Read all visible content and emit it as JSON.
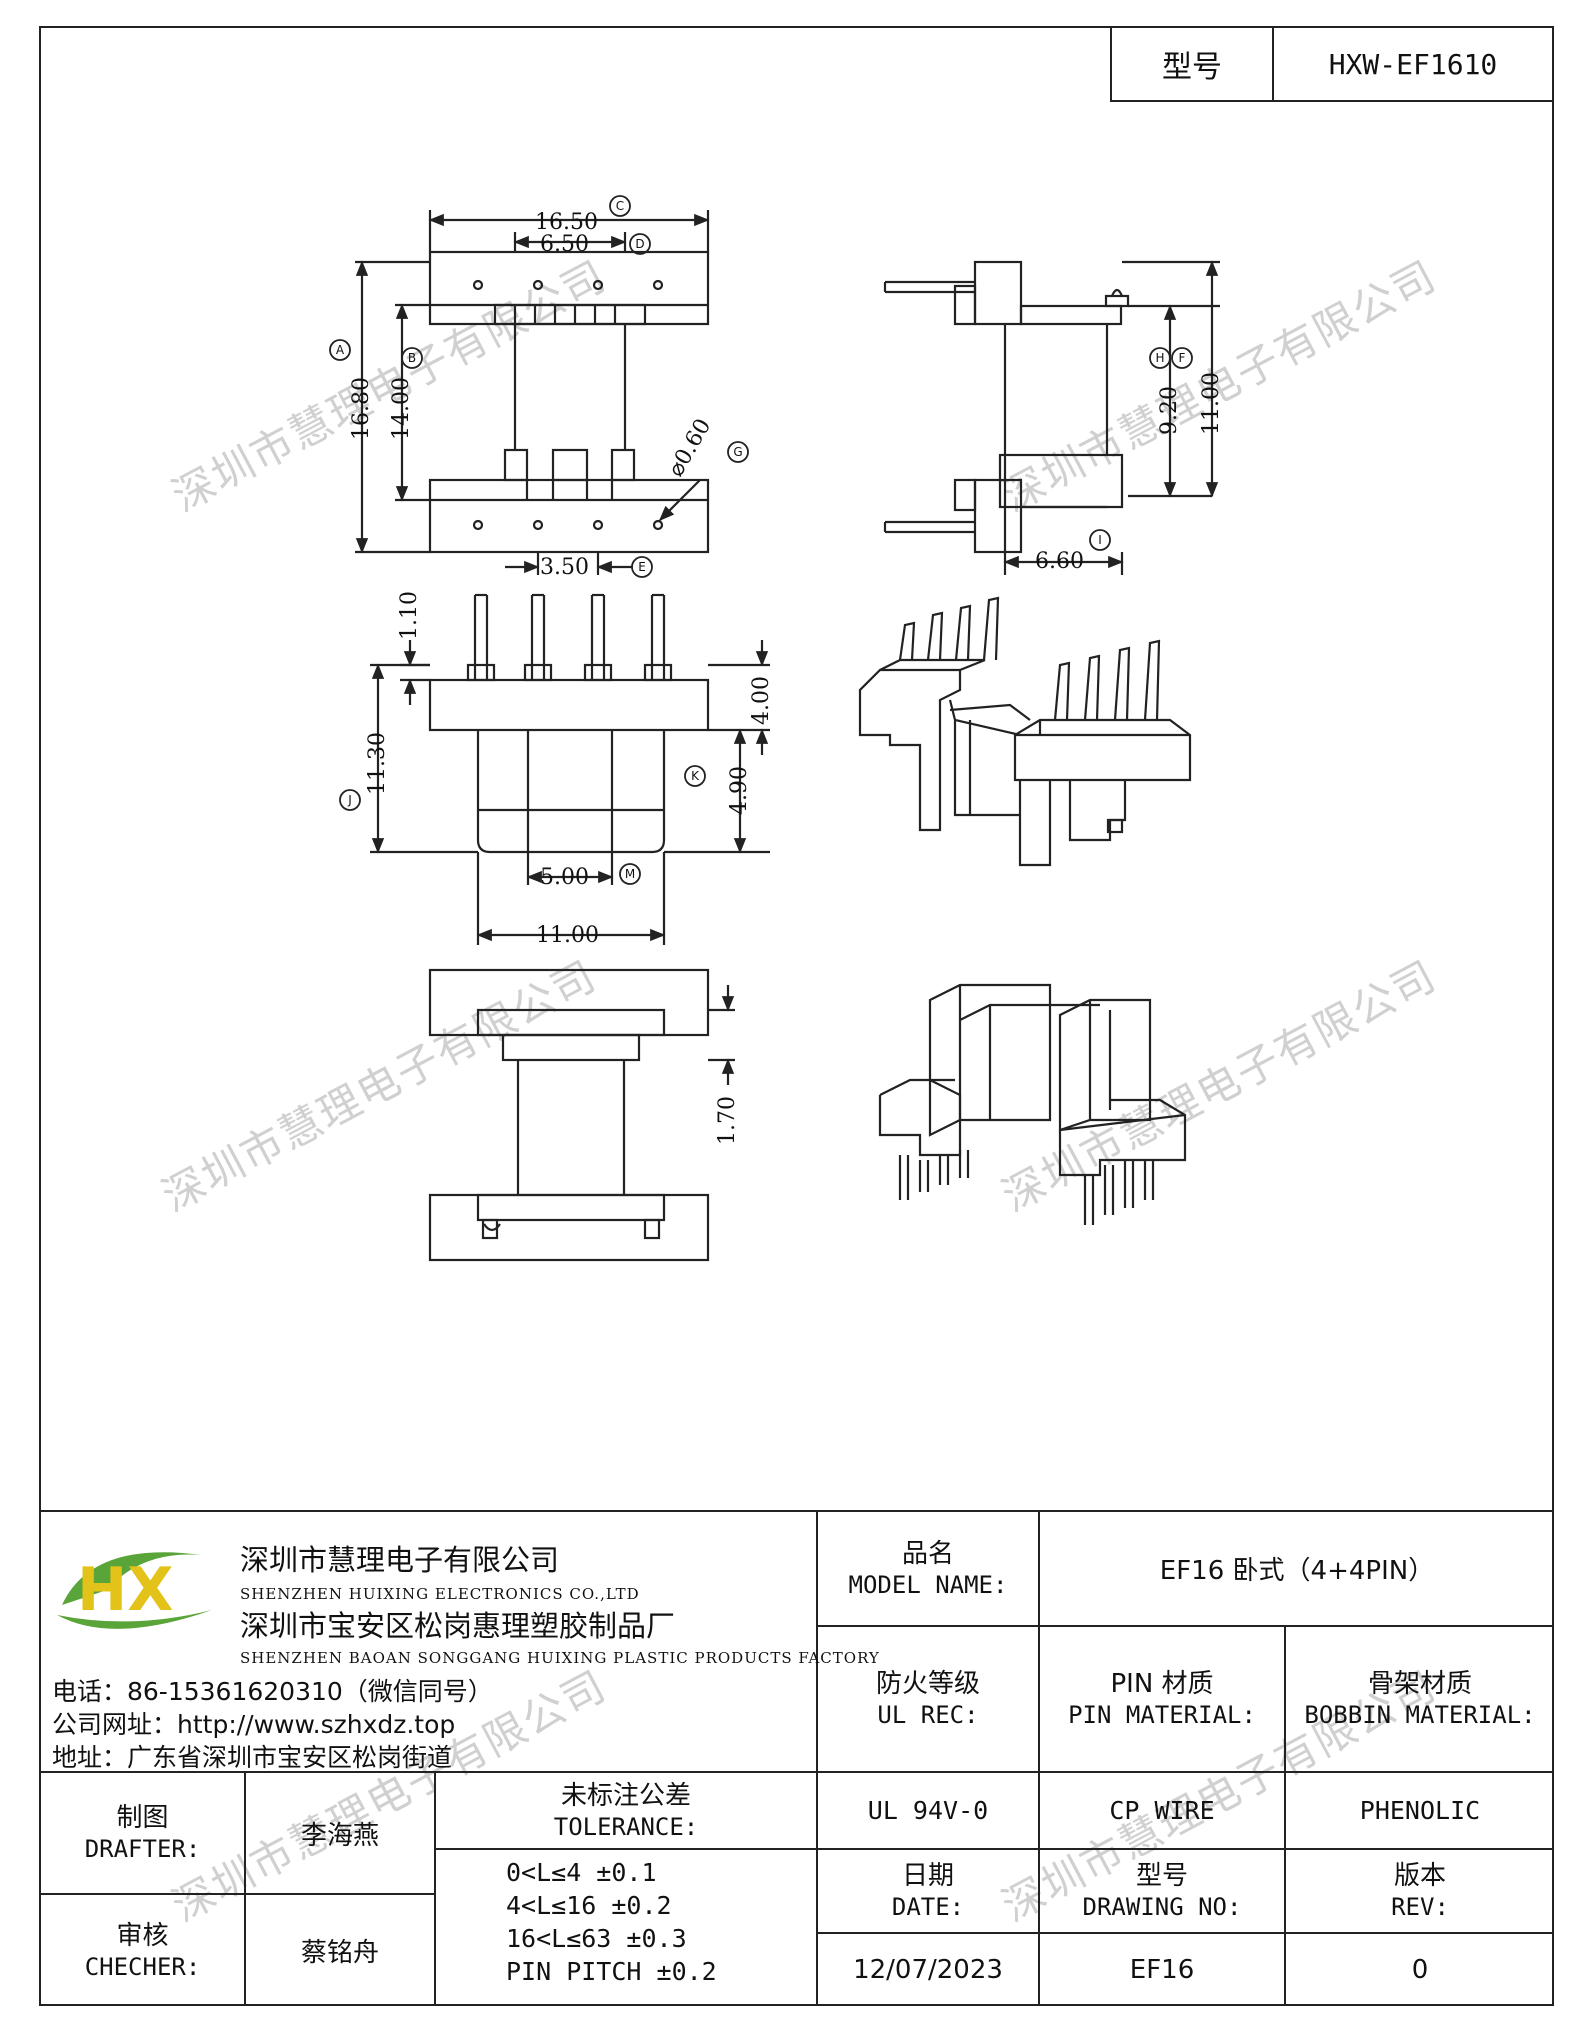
{
  "header": {
    "model_label": "型号",
    "model_value": "HXW-EF1610"
  },
  "watermark": "深圳市慧理电子有限公司",
  "dimensions": {
    "top_width": "16.50",
    "top_inner": "6.50",
    "top_height": "16.80",
    "top_inner_height": "14.00",
    "hole_dia": "⌀0.60",
    "pin_pitch": "3.50",
    "side_inner": "9.20",
    "side_outer": "11.00",
    "side_width": "6.60",
    "pin_len": "1.10",
    "flange_h": "4.00",
    "body_h": "4.90",
    "overall_h": "11.30",
    "core_w": "5.00",
    "base_w": "11.00",
    "gap": "1.70"
  },
  "markers": {
    "c": "C",
    "d": "D",
    "a": "A",
    "b": "B",
    "g": "G",
    "e": "E",
    "h": "H",
    "f": "F",
    "i": "I",
    "j": "J",
    "k": "K",
    "m": "M"
  },
  "company": {
    "logo_text": "HX",
    "name_cn": "深圳市慧理电子有限公司",
    "name_en": "SHENZHEN HUIXING ELECTRONICS CO.,LTD",
    "factory_cn": "深圳市宝安区松岗惠理塑胶制品厂",
    "factory_en": "SHENZHEN BAOAN SONGGANG HUIXING PLASTIC PRODUCTS FACTORY",
    "phone": "电话：86-15361620310（微信同号）",
    "website": "公司网址：http://www.szhxdz.top",
    "address": "地址：广东省深圳市宝安区松岗街道"
  },
  "title_block": {
    "product_cn": "品名",
    "product_en": "MODEL NAME:",
    "product_value": "EF16 卧式（4+4PIN）",
    "fire_cn": "防火等级",
    "fire_en": "UL REC:",
    "pin_cn": "PIN 材质",
    "pin_en": "PIN MATERIAL:",
    "bobbin_cn": "骨架材质",
    "bobbin_en": "BOBBIN MATERIAL:",
    "fire_value": "UL 94V-0",
    "pin_value": "CP WIRE",
    "bobbin_value": "PHENOLIC",
    "drafter_cn": "制图",
    "drafter_en": "DRAFTER:",
    "drafter_value": "李海燕",
    "checker_cn": "审核",
    "checker_en": "CHECHER:",
    "checker_value": "蔡铭舟",
    "tol_cn": "未标注公差",
    "tol_en": "TOLERANCE:",
    "tol_lines": [
      "0<L≤4   ±0.1",
      "4<L≤16  ±0.2",
      "16<L≤63  ±0.3",
      "PIN PITCH ±0.2"
    ],
    "date_cn": "日期",
    "date_en": "DATE:",
    "drawing_cn": "型号",
    "drawing_en": "DRAWING NO:",
    "rev_cn": "版本",
    "rev_en": "REV:",
    "date_value": "12/07/2023",
    "drawing_value": "EF16",
    "rev_value": "0"
  },
  "colors": {
    "logo_green": "#5aa53a",
    "logo_yellow": "#e3c21a",
    "line": "#222222"
  }
}
